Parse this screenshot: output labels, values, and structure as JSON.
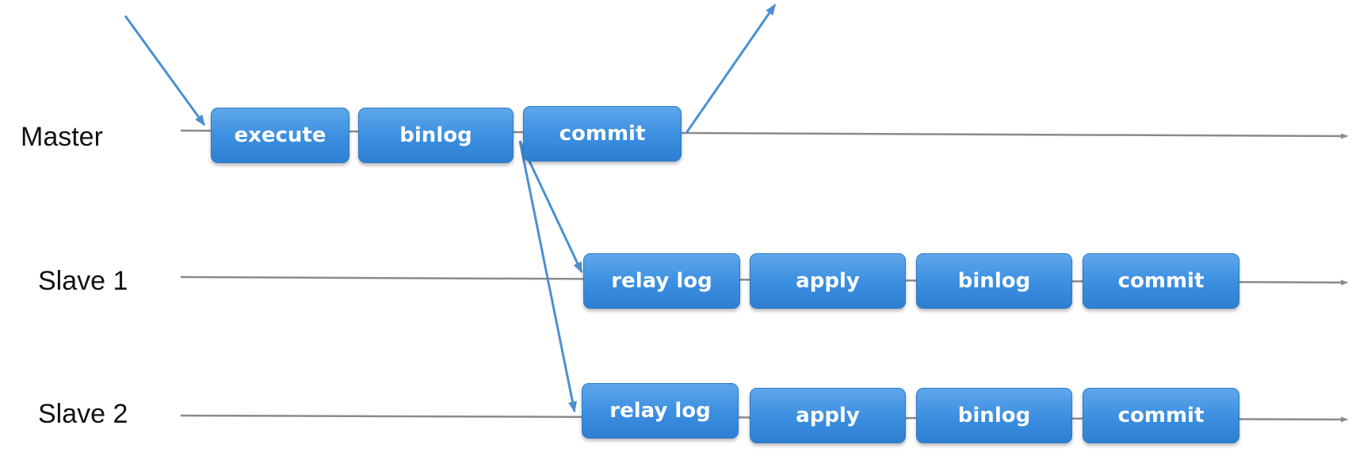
{
  "rows": {
    "master": {
      "label": "Master",
      "steps": [
        "execute",
        "binlog",
        "commit"
      ]
    },
    "slave1": {
      "label": "Slave 1",
      "steps": [
        "relay log",
        "apply",
        "binlog",
        "commit"
      ]
    },
    "slave2": {
      "label": "Slave 2",
      "steps": [
        "relay log",
        "apply",
        "binlog",
        "commit"
      ]
    }
  },
  "colors": {
    "step_fill": "#3a8ee0",
    "step_text": "#ffffff",
    "arrow_blue": "#4a90d0",
    "timeline_gray": "#8a8a8a",
    "label_text": "#111111"
  }
}
